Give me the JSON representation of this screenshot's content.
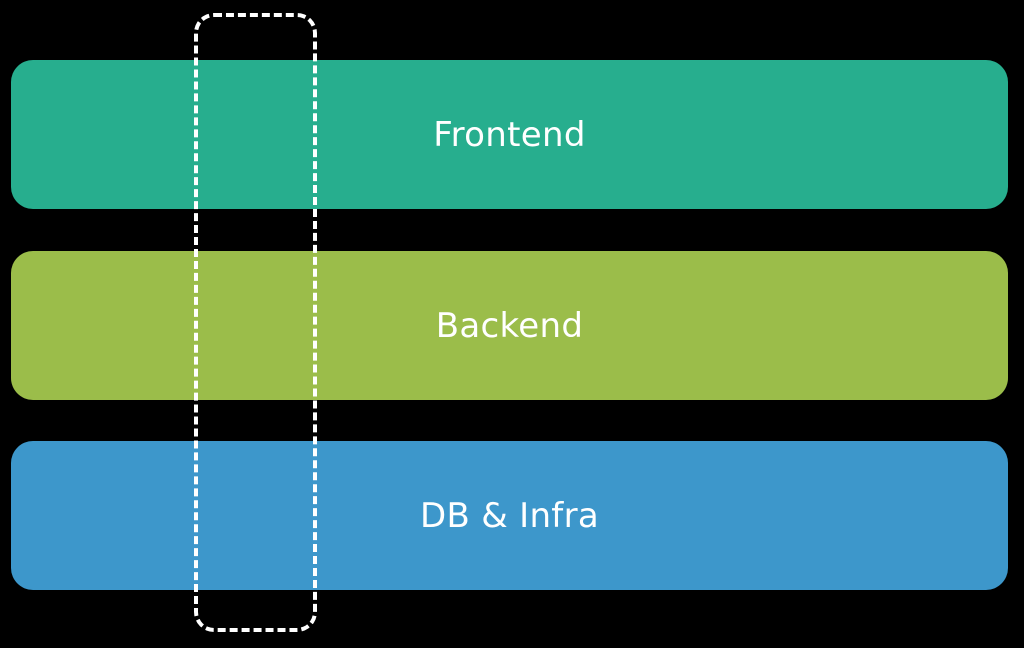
{
  "diagram": {
    "layers": [
      {
        "label": "Frontend",
        "color": "#27ae8e"
      },
      {
        "label": "Backend",
        "color": "#9bbd4a"
      },
      {
        "label": "DB & Infra",
        "color": "#3d97cb"
      }
    ],
    "slice_border_color": "#ffffff",
    "background_color": "#000000"
  }
}
